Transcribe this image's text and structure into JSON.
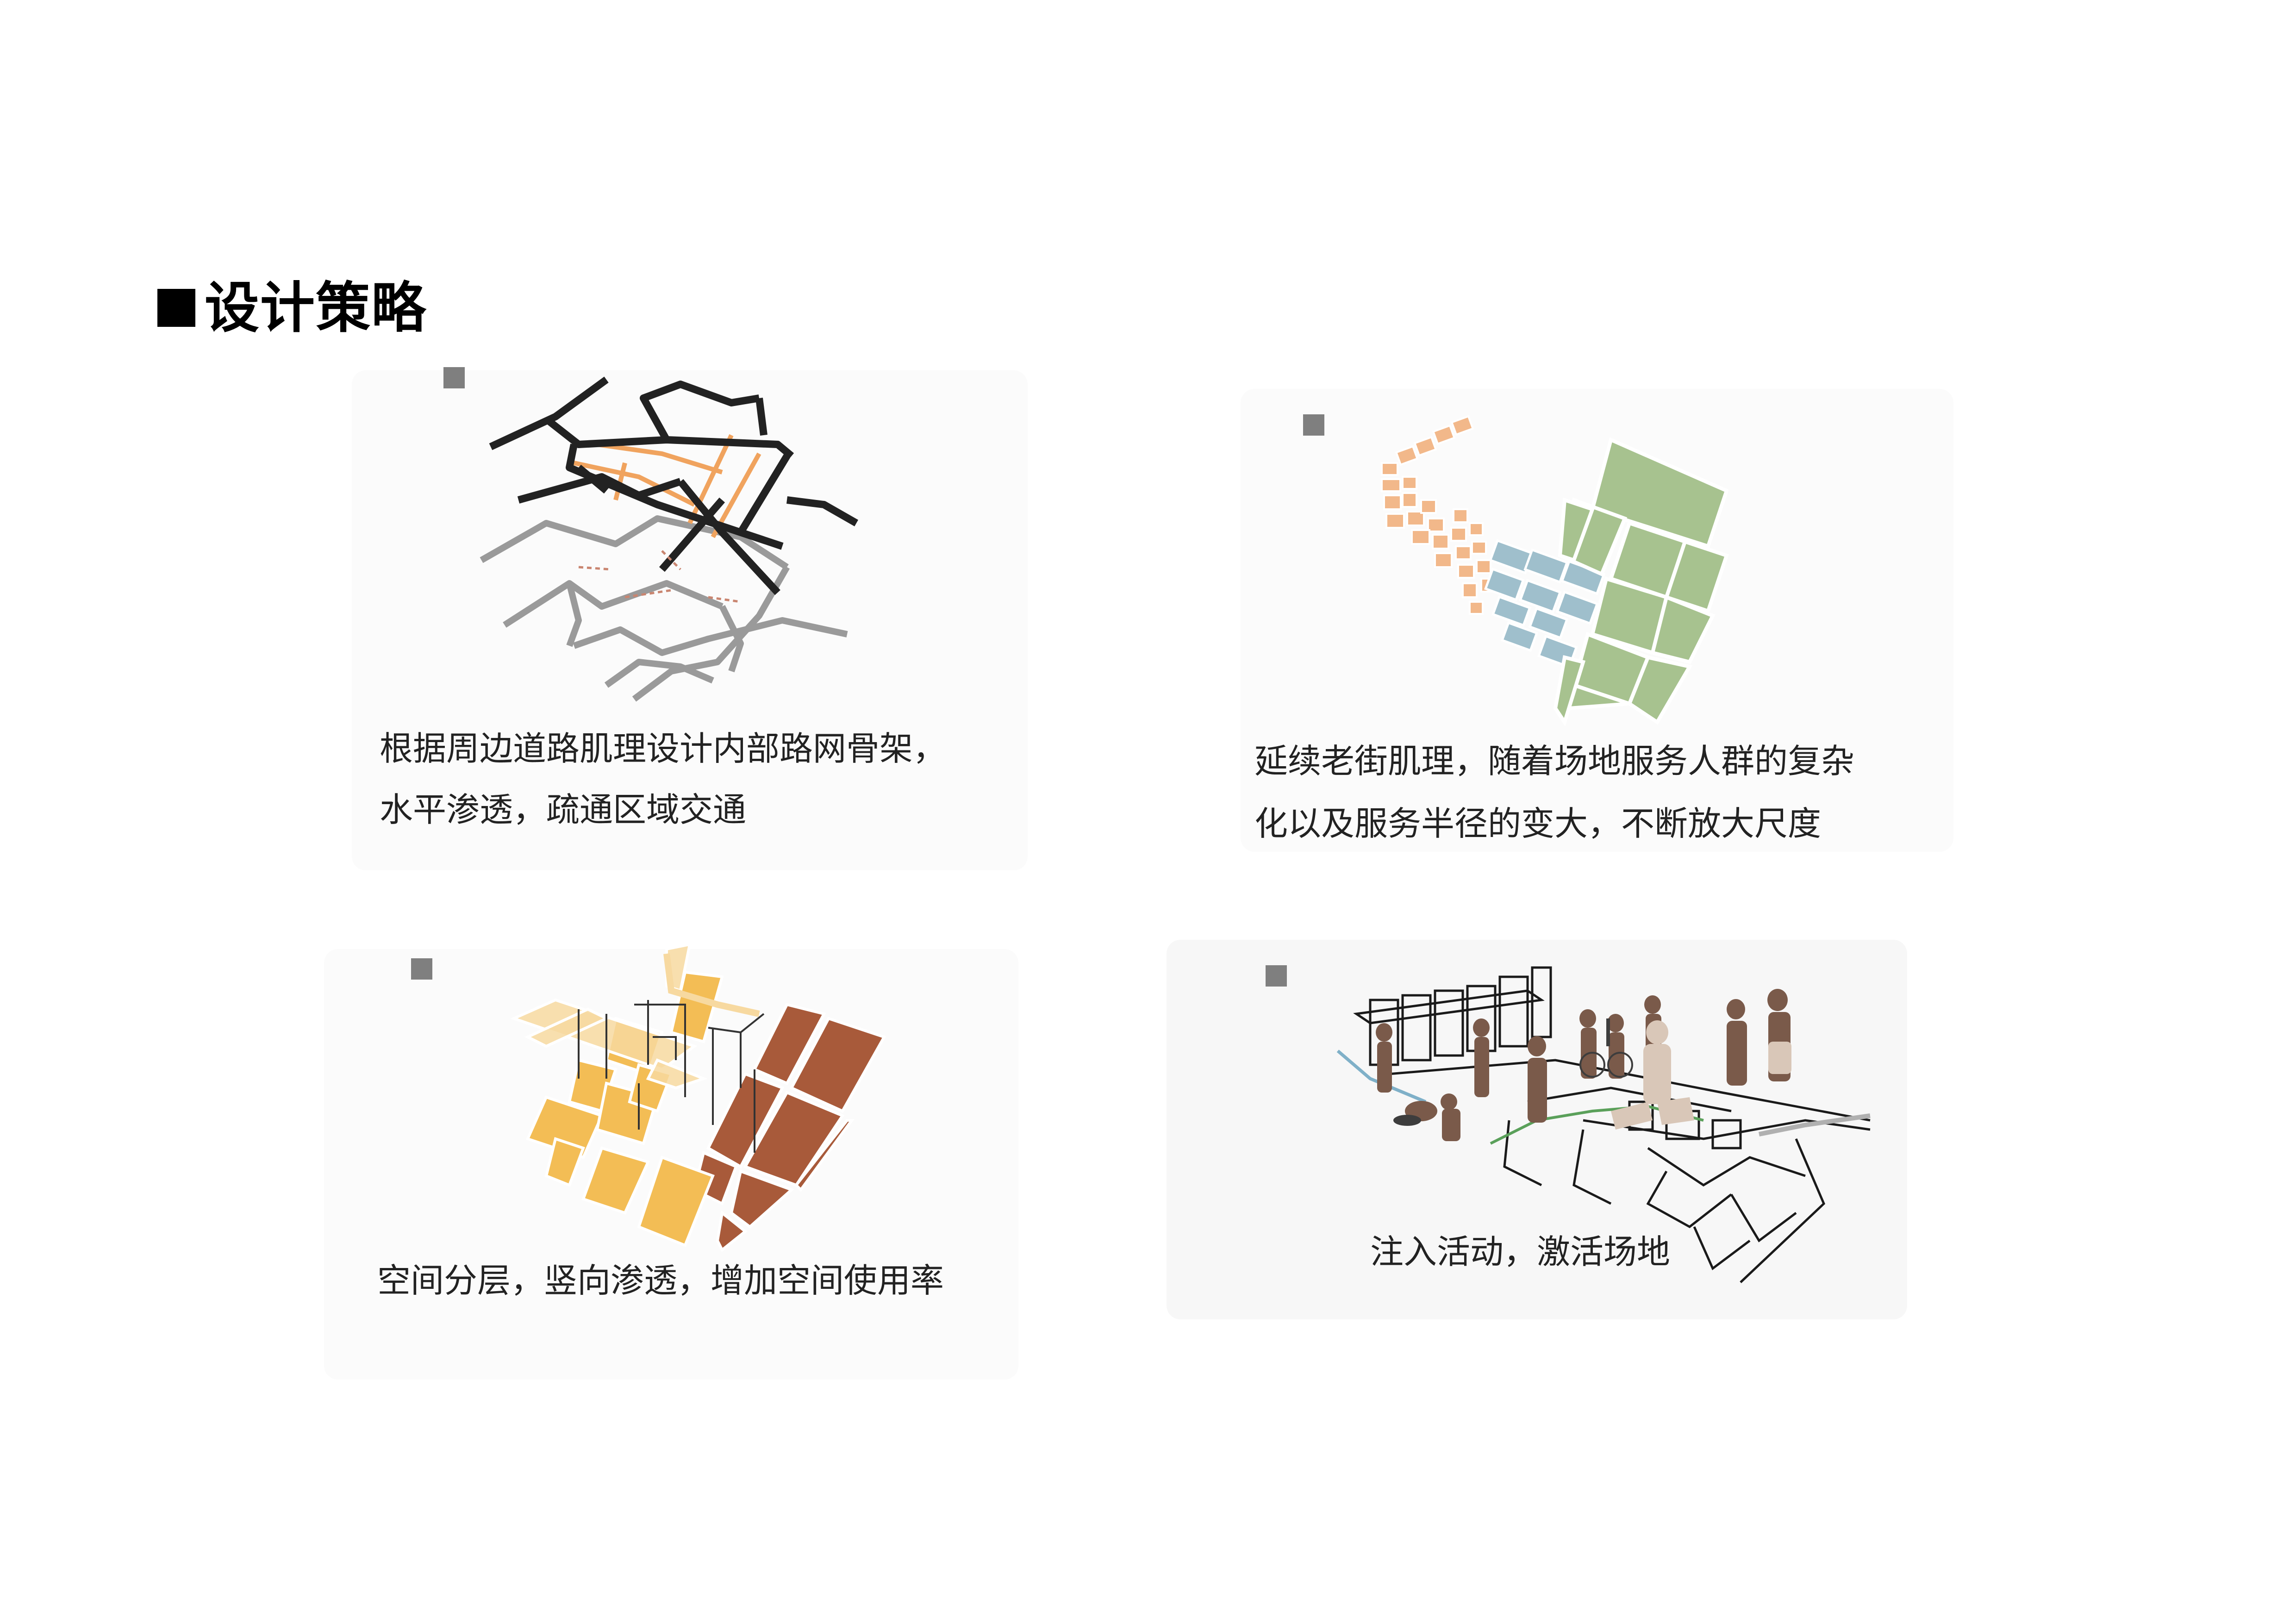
{
  "heading": {
    "title": "设计策略"
  },
  "panels": [
    {
      "caption_lines": [
        "根据周边道路肌理设计内部路网骨架，",
        "水平渗透，疏通区域交通"
      ]
    },
    {
      "caption_lines": [
        "延续老街肌理，随着场地服务人群的复杂",
        "化以及服务半径的变大，不断放大尺度"
      ]
    },
    {
      "caption_lines": [
        "空间分层，竖向渗透，增加空间使用率"
      ]
    },
    {
      "caption_lines": [
        "注入活动，激活场地"
      ]
    }
  ],
  "colors": {
    "road_dark": "#222222",
    "road_gray": "#9a9a9a",
    "road_orange": "#f0a35e",
    "old_street_orange": "#f2b88a",
    "mid_blue": "#9fbfcc",
    "large_green": "#a7c28f",
    "layer_light": "#f7d9a0",
    "layer_yellow": "#f3bd55",
    "layer_brown": "#a85a3a",
    "marker_gray": "#7f7f7f"
  }
}
